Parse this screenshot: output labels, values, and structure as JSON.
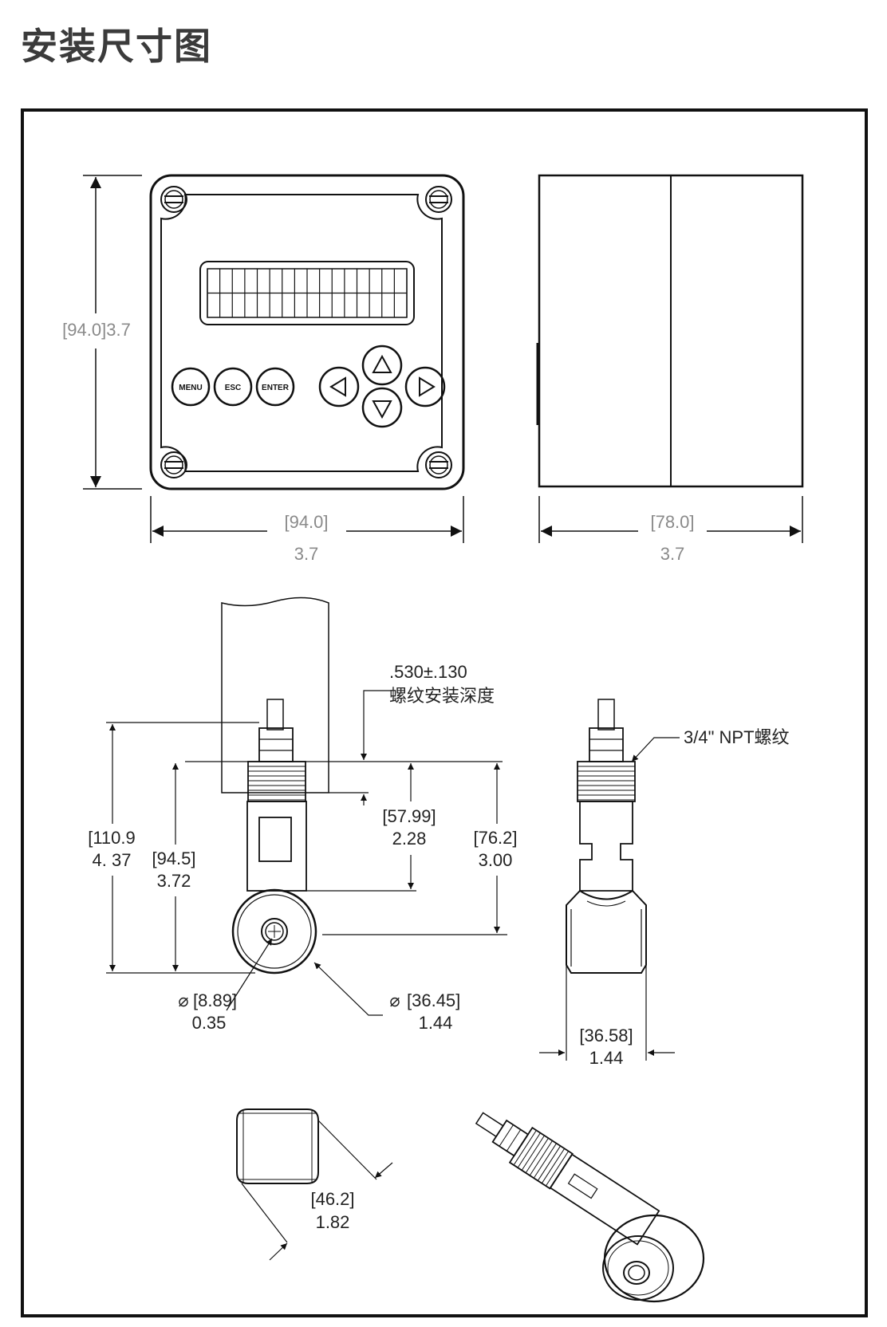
{
  "title": "安装尺寸图",
  "controller": {
    "buttons": {
      "menu": "MENU",
      "esc": "ESC",
      "enter": "ENTER"
    },
    "front_height_mm": "[94.0]3.7",
    "front_width_mm": "[94.0]",
    "front_width_in": "3.7",
    "side_depth_mm": "[78.0]",
    "side_depth_in": "3.7"
  },
  "sensor": {
    "install_depth_value": ".530±.130",
    "install_depth_label": "螺纹安装深度",
    "thread_label": "3/4\" NPT螺纹",
    "overall_height_mm": "[110.9",
    "overall_height_in": "4. 37",
    "height2_mm": "[94.5]",
    "height2_in": "3.72",
    "thread_len_mm": "[57.99]",
    "thread_len_in": "2.28",
    "height3_mm": "[76.2]",
    "height3_in": "3.00",
    "bore_dia_mm": "[8.89]",
    "bore_dia_in": "0.35",
    "head_dia_mm": "[36.45]",
    "head_dia_in": "1.44",
    "side_width_mm": "[36.58]",
    "side_width_in": "1.44",
    "head_len_mm": "[46.2]",
    "head_len_in": "1.82",
    "phi": "⌀"
  }
}
